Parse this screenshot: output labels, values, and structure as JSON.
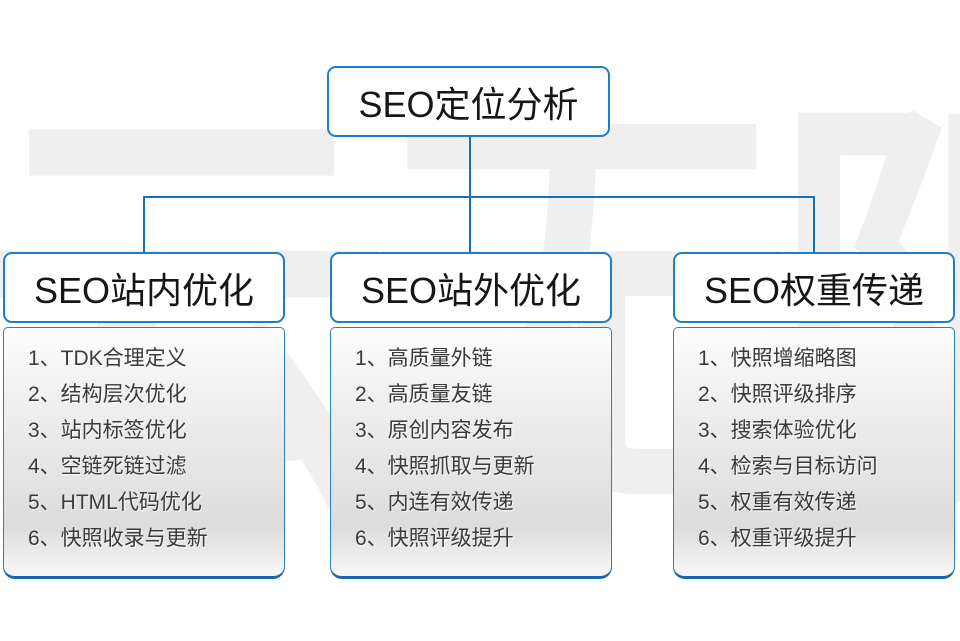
{
  "diagram": {
    "watermark": "云无限",
    "colors": {
      "connector_blue": "#1472b8",
      "node_border_blue": "#1f7ec9",
      "panel_gradient_gray": "#dcdcdc",
      "text_dark": "#161616"
    },
    "root": {
      "label": "SEO定位分析"
    },
    "branches": [
      {
        "title": "SEO站内优化",
        "items": [
          "1、TDK合理定义",
          "2、结构层次优化",
          "3、站内标签优化",
          "4、空链死链过滤",
          "5、HTML代码优化",
          "6、快照收录与更新"
        ]
      },
      {
        "title": "SEO站外优化",
        "items": [
          "1、高质量外链",
          "2、高质量友链",
          "3、原创内容发布",
          "4、快照抓取与更新",
          "5、内连有效传递",
          "6、快照评级提升"
        ]
      },
      {
        "title": "SEO权重传递",
        "items": [
          "1、快照增缩略图",
          "2、快照评级排序",
          "3、搜索体验优化",
          "4、检索与目标访问",
          "5、权重有效传递",
          "6、权重评级提升"
        ]
      }
    ]
  }
}
